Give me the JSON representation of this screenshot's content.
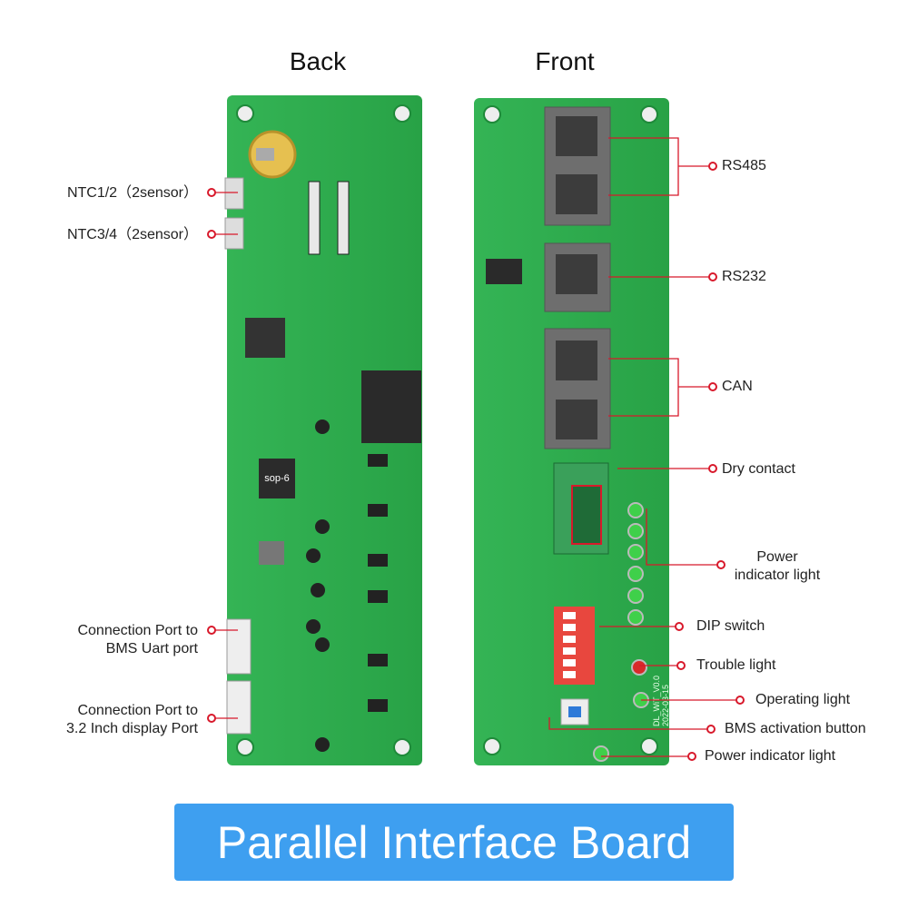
{
  "titles": {
    "back": "Back",
    "front": "Front"
  },
  "back_labels": {
    "ntc12": "NTC1/2（2sensor）",
    "ntc34": "NTC3/4（2sensor）",
    "bms_uart_line1": "Connection Port to",
    "bms_uart_line2": "BMS Uart port",
    "display_line1": "Connection Port to",
    "display_line2": "3.2 Inch display Port"
  },
  "front_labels": {
    "rs485": "RS485",
    "rs232": "RS232",
    "can": "CAN",
    "dry_contact": "Dry contact",
    "power_indicator_line1": "Power",
    "power_indicator_line2": "indicator light",
    "dip_switch": "DIP switch",
    "trouble_light": "Trouble light",
    "operating_light": "Operating light",
    "bms_activation_button": "BMS activation button",
    "power_indicator_light": "Power indicator light"
  },
  "board_markings": {
    "chip": "sop-6",
    "version": "DL_WiT_V0.0",
    "date": "2022-03-15"
  },
  "banner": "Parallel Interface Board",
  "colors": {
    "pcb": "#2fae4e",
    "callout": "#d8192b",
    "banner": "#3e9ff0",
    "jack": "#6e6e6e",
    "dip": "#e8473e"
  }
}
